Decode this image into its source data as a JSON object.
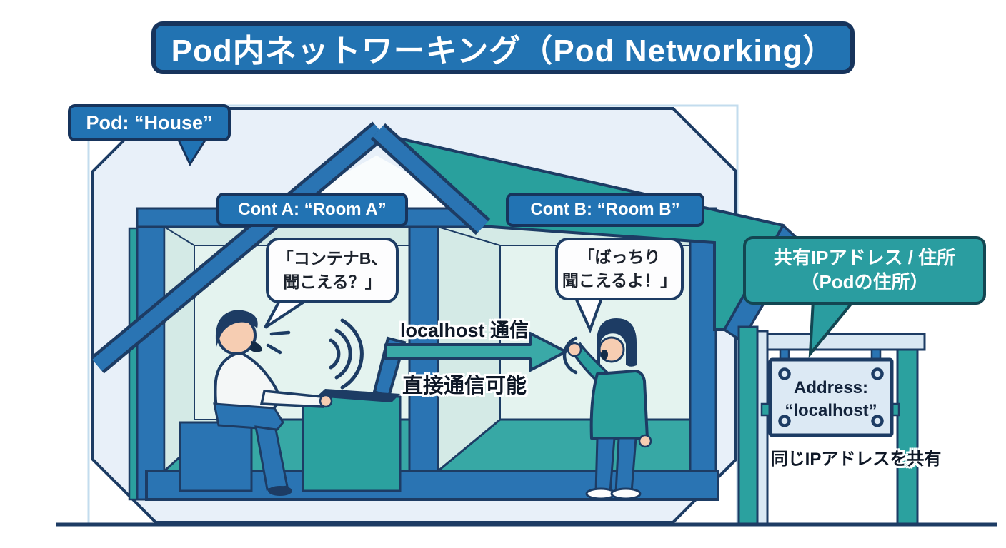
{
  "title": "Pod内ネットワーキング（Pod Networking）",
  "pod_label": "Pod: “House”",
  "containers": [
    {
      "label": "Cont A: “Room A”",
      "speech_line1": "「コンテナB、",
      "speech_line2": "聞こえる？」"
    },
    {
      "label": "Cont B: “Room B”",
      "speech_line1": "「ばっちり",
      "speech_line2": "聞こえるよ！」"
    }
  ],
  "communication": {
    "top": "localhost 通信",
    "bottom": "直接通信可能"
  },
  "sign": {
    "bubble_line1": "共有IPアドレス / 住所",
    "bubble_line2": "（Podの住所）",
    "plate_line1": "Address:",
    "plate_line2": "“localhost”",
    "caption": "同じIPアドレスを共有"
  },
  "colors": {
    "primary_blue": "#2273b3",
    "navy_outline": "#1d3c64",
    "teal": "#2aa09d",
    "room_light": "#d6ece9",
    "pod_fill": "#e8f0f9"
  }
}
